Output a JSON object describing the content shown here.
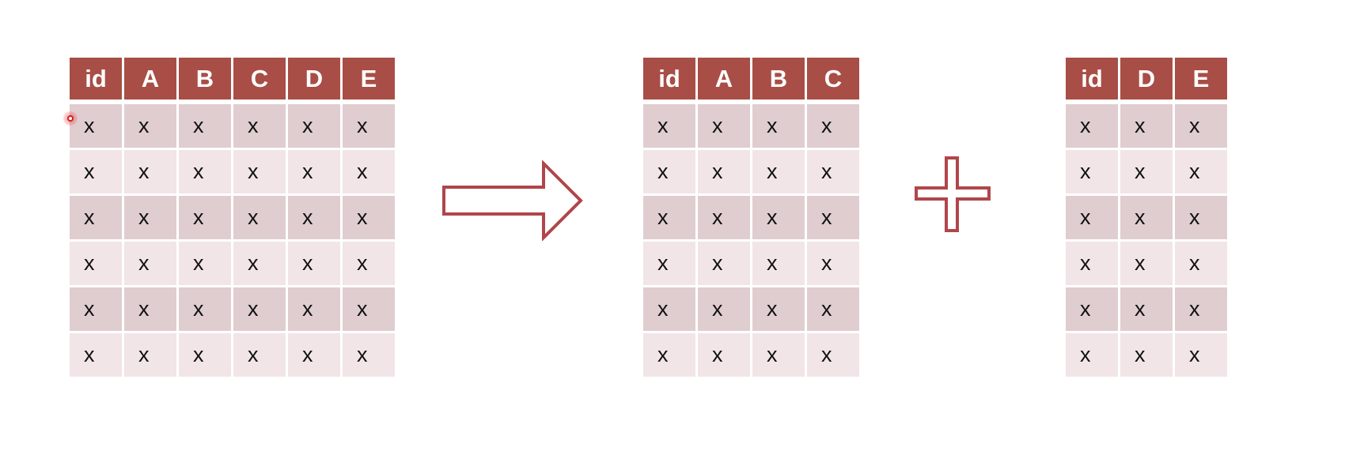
{
  "colors": {
    "header": "#a84e46",
    "row_dark": "#e0cdd0",
    "row_light": "#f1e5e8",
    "shape_stroke": "#b0464a",
    "cell_text": "#111111",
    "header_text": "#ffffff"
  },
  "source_table": {
    "headers": [
      "id",
      "A",
      "B",
      "C",
      "D",
      "E"
    ],
    "rows": [
      [
        "x",
        "x",
        "x",
        "x",
        "x",
        "x"
      ],
      [
        "x",
        "x",
        "x",
        "x",
        "x",
        "x"
      ],
      [
        "x",
        "x",
        "x",
        "x",
        "x",
        "x"
      ],
      [
        "x",
        "x",
        "x",
        "x",
        "x",
        "x"
      ],
      [
        "x",
        "x",
        "x",
        "x",
        "x",
        "x"
      ],
      [
        "x",
        "x",
        "x",
        "x",
        "x",
        "x"
      ]
    ]
  },
  "result_table_left": {
    "headers": [
      "id",
      "A",
      "B",
      "C"
    ],
    "rows": [
      [
        "x",
        "x",
        "x",
        "x"
      ],
      [
        "x",
        "x",
        "x",
        "x"
      ],
      [
        "x",
        "x",
        "x",
        "x"
      ],
      [
        "x",
        "x",
        "x",
        "x"
      ],
      [
        "x",
        "x",
        "x",
        "x"
      ],
      [
        "x",
        "x",
        "x",
        "x"
      ]
    ]
  },
  "result_table_right": {
    "headers": [
      "id",
      "D",
      "E"
    ],
    "rows": [
      [
        "x",
        "x",
        "x"
      ],
      [
        "x",
        "x",
        "x"
      ],
      [
        "x",
        "x",
        "x"
      ],
      [
        "x",
        "x",
        "x"
      ],
      [
        "x",
        "x",
        "x"
      ],
      [
        "x",
        "x",
        "x"
      ]
    ]
  },
  "icons": {
    "arrow": "right-arrow-outline-icon",
    "plus": "plus-outline-icon",
    "cursor": "click-indicator-icon"
  }
}
